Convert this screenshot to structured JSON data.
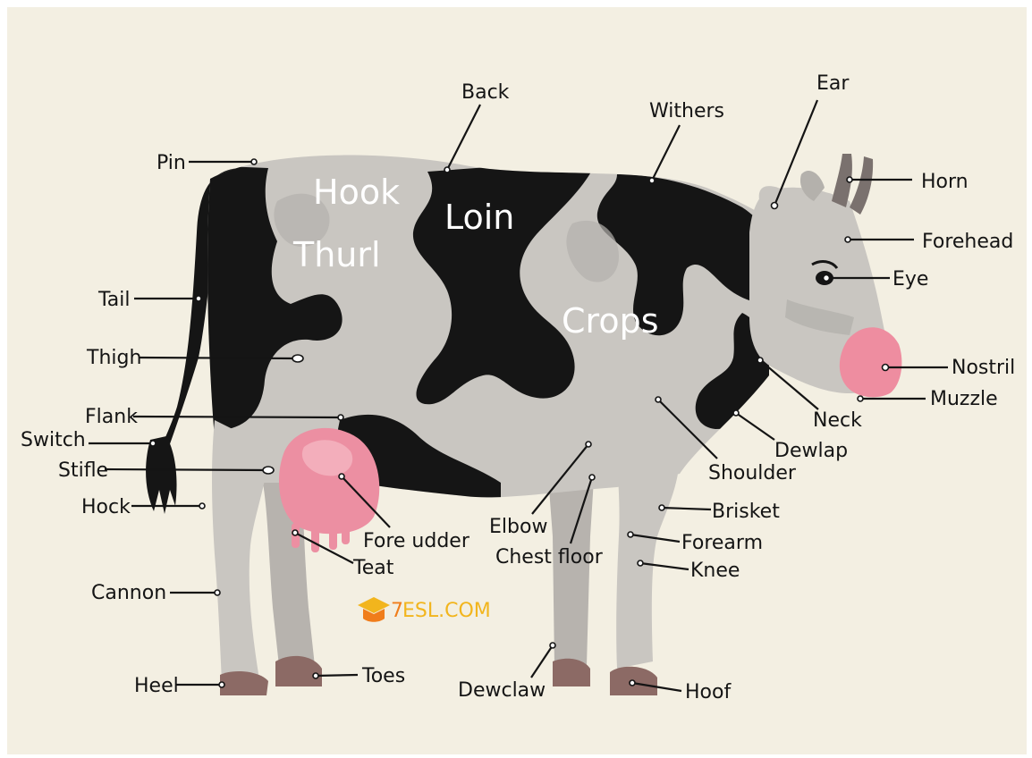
{
  "labels": {
    "back": "Back",
    "withers": "Withers",
    "ear": "Ear",
    "horn": "Horn",
    "forehead": "Forehead",
    "eye": "Eye",
    "nostril": "Nostril",
    "muzzle": "Muzzle",
    "neck": "Neck",
    "dewlap": "Dewlap",
    "shoulder": "Shoulder",
    "brisket": "Brisket",
    "forearm": "Forearm",
    "knee": "Knee",
    "hoof": "Hoof",
    "dewclaw": "Dewclaw",
    "chest_floor": "Chest floor",
    "elbow": "Elbow",
    "fore_udder": "Fore udder",
    "teat": "Teat",
    "toes": "Toes",
    "heel": "Heel",
    "cannon": "Cannon",
    "hock": "Hock",
    "stifle": "Stifle",
    "switch": "Switch",
    "flank": "Flank",
    "thigh": "Thigh",
    "tail": "Tail",
    "pin": "Pin"
  },
  "body_labels": {
    "hook": "Hook",
    "thurl": "Thurl",
    "loin": "Loin",
    "crops": "Crops"
  },
  "watermark": {
    "brand_mark": "7",
    "brand_text": "ESL.COM"
  },
  "colors": {
    "background": "#f3efe2",
    "hide": "#c9c6c1",
    "hide_shade": "#b4b1ac",
    "spots": "#151515",
    "udder": "#ec8fa2",
    "nose": "#ee8da0",
    "hoof": "#8c6a65",
    "horn": "#7a716e",
    "logo_yellow": "#f2b51d",
    "logo_orange": "#f07d1b"
  }
}
